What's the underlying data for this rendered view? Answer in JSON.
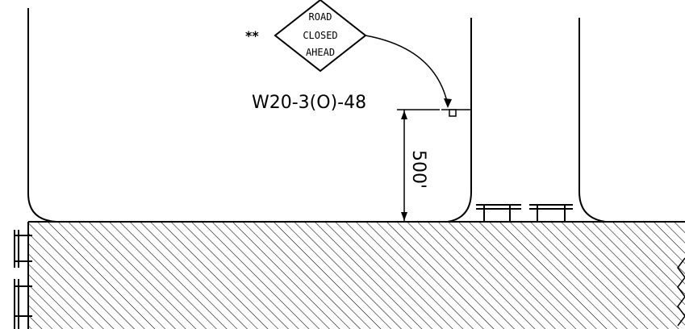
{
  "sign": {
    "line1": "ROAD",
    "line2": "CLOSED",
    "line3": "AHEAD",
    "code": "W20-3(O)-48",
    "note_marker": "**"
  },
  "dimension": {
    "label": "500'"
  },
  "colors": {
    "line": "#000000",
    "background": "#ffffff"
  }
}
